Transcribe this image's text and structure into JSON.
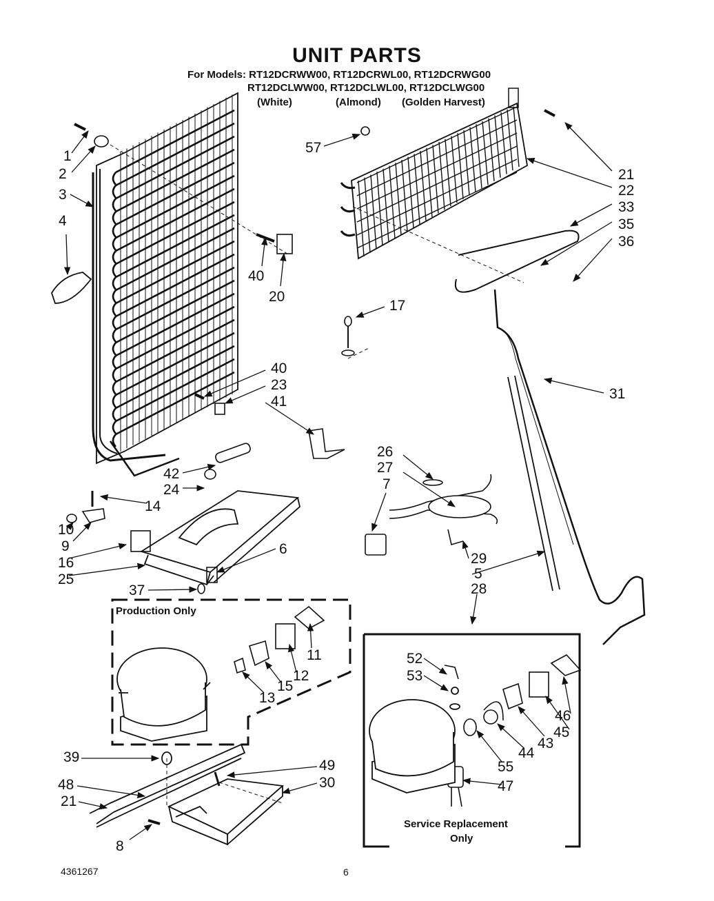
{
  "title": "UNIT PARTS",
  "models": {
    "line1": "For Models: RT12DCRWW00, RT12DCRWL00, RT12DCRWG00",
    "line2": "RT12DCLWW00, RT12DCLWL00, RT12DCLWG00",
    "colors": [
      "(White)",
      "(Almond)",
      "(Golden Harvest)"
    ]
  },
  "boxes": {
    "production": "Production Only",
    "service_line1": "Service Replacement",
    "service_line2": "Only"
  },
  "callouts": [
    "1",
    "2",
    "3",
    "4",
    "57",
    "40",
    "20",
    "21",
    "22",
    "33",
    "35",
    "36",
    "17",
    "40",
    "23",
    "41",
    "31",
    "42",
    "24",
    "14",
    "26",
    "27",
    "7",
    "10",
    "9",
    "16",
    "6",
    "25",
    "29",
    "5",
    "28",
    "37",
    "11",
    "12",
    "15",
    "13",
    "52",
    "53",
    "46",
    "45",
    "43",
    "44",
    "55",
    "47",
    "39",
    "49",
    "48",
    "30",
    "21",
    "8"
  ],
  "footer": {
    "doc_number": "4361267",
    "page_number": "6"
  }
}
